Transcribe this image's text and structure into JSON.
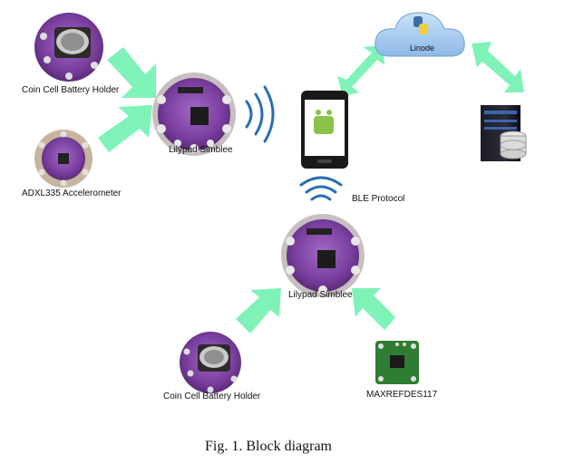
{
  "diagram": {
    "nodes": {
      "coin_cell_top": {
        "label": "Coin Cell Battery Holder",
        "icon": "coin-cell-battery-holder-board"
      },
      "accelerometer": {
        "label": "ADXL335 Accelerometer",
        "icon": "accelerometer-board"
      },
      "simblee_top": {
        "label": "Lilypad Simblee",
        "icon": "lilypad-simblee-board"
      },
      "phone": {
        "label": "",
        "icon": "android-phone"
      },
      "cloud": {
        "label": "Linode",
        "icon": "cloud-python"
      },
      "server": {
        "label": "",
        "icon": "server-database"
      },
      "ble": {
        "label": "BLE Protocol",
        "icon": "wifi-signal"
      },
      "simblee_bottom": {
        "label": "Lilypad Simblee",
        "icon": "lilypad-simblee-board"
      },
      "coin_cell_bottom": {
        "label": "Coin Cell Battery Holder",
        "icon": "coin-cell-battery-holder-board"
      },
      "max": {
        "label": "MAXREFDES117",
        "icon": "sensor-board"
      }
    },
    "colors": {
      "arrow": "#7ff2b8",
      "board": "#7b3fa0",
      "cloud": "#a9cdf0",
      "pcb": "#2e7d32"
    }
  },
  "caption": "Fig. 1.   Block diagram"
}
